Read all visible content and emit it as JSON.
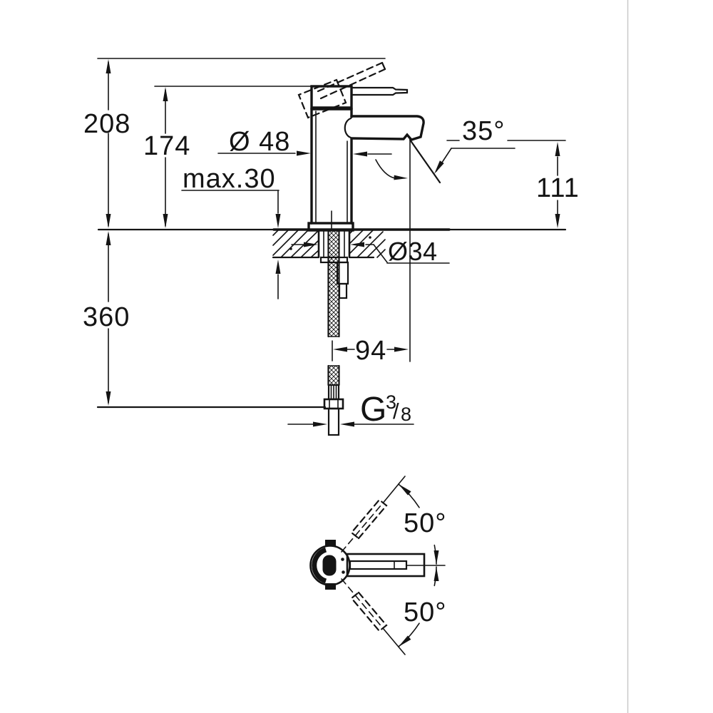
{
  "drawing_type": "faucet installation dimension drawing",
  "colors": {
    "line": "#141414",
    "background": "#ffffff",
    "divider": "#c9c9c9"
  },
  "side_view": {
    "overall_height": "208",
    "height_to_handle_base": "174",
    "body_diameter": "Ø 48",
    "max_mounting_thickness": "max.30",
    "aerator_angle": "35°",
    "spout_height": "111",
    "shank_diameter": "Ø34",
    "hose_length": "360",
    "spout_reach": "94",
    "thread": {
      "letter": "G",
      "numerator": "3",
      "slash": "/",
      "denominator": "8"
    }
  },
  "top_view": {
    "handle_swing_up": "50°",
    "handle_swing_down": "50°"
  }
}
